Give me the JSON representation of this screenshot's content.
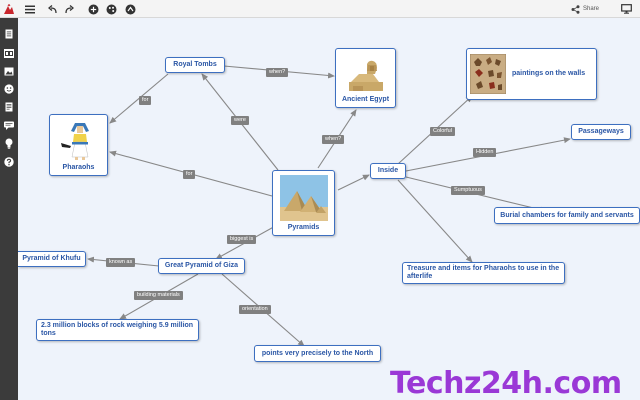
{
  "toolbar": {
    "share_label": "Share",
    "icons": [
      "app-logo-icon",
      "menu-icon",
      "undo-icon",
      "redo-icon",
      "add-icon",
      "style-icon",
      "layout-icon",
      "share-icon",
      "present-icon"
    ]
  },
  "sidebar": {
    "icons": [
      "document-icon",
      "image-strip-icon",
      "picture-icon",
      "emoji-icon",
      "notes-icon",
      "comment-icon",
      "lightbulb-icon",
      "help-icon"
    ]
  },
  "map": {
    "nodes": {
      "pyramids": "Pyramids",
      "royal_tombs": "Royal Tombs",
      "ancient_egypt": "Ancient Egypt",
      "pharaohs": "Pharaohs",
      "inside": "Inside",
      "paintings": "paintings on the walls",
      "passageways": "Passageways",
      "burial": "Burial chambers for family and servants",
      "treasure": "Treasure and items for Pharaohs to use in the afterlife",
      "great_pyramid": "Great Pyramid of Giza",
      "khufu": "Pyramid of Khufu",
      "blocks": "2.3 million blocks of rock weighing 5.9 million tons",
      "points_north": "points very precisely to the North"
    },
    "links": {
      "were": "were",
      "for_tombs": "for",
      "when_tombs": "when?",
      "when_pyramids": "when?",
      "for_pyramids": "for",
      "colorful": "Colorful",
      "hidden": "Hidden",
      "sumptuous": "Sumptuous",
      "biggest_is": "biggest is",
      "known_as": "known as",
      "building_materials": "building materials",
      "orientation": "orientation"
    }
  },
  "watermark": "Techz24h.com",
  "colors": {
    "node_border": "#3d6fc0",
    "node_text": "#2a56a5",
    "canvas_bg": "#eef3fb",
    "link_label_bg": "#808080",
    "edge": "#888888",
    "sidebar_bg": "#3b3b3b",
    "watermark": "#9a38d6"
  }
}
